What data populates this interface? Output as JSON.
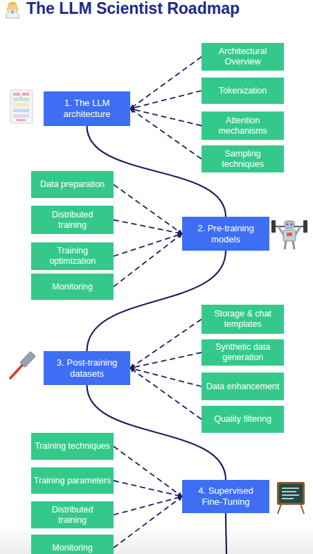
{
  "diagram": {
    "title": "The LLM Scientist Roadmap",
    "nodes": [
      {
        "text": [
          "1. The LLM architecture"
        ]
      },
      {
        "text": [
          "Architectural Overview"
        ]
      },
      {
        "text": [
          "Tokenization"
        ]
      },
      {
        "text": [
          "Attention mechanisms"
        ]
      },
      {
        "text": [
          "Sampling techniques"
        ]
      },
      {
        "text": [
          "2. Pre-training models"
        ]
      },
      {
        "text": [
          "Data preparation"
        ]
      },
      {
        "text": [
          "Distributed training"
        ]
      },
      {
        "text": [
          "Training optimization"
        ]
      },
      {
        "text": [
          "Monitoring"
        ]
      },
      {
        "text": [
          "3. Post-training datasets"
        ]
      },
      {
        "text": [
          "Storage & chat templates"
        ]
      },
      {
        "text": [
          "Synthetic data generation"
        ]
      },
      {
        "text": [
          "Data enhancement"
        ]
      },
      {
        "text": [
          "Quality filtering"
        ]
      },
      {
        "text": [
          "4. Supervised Fine-Tuning"
        ]
      },
      {
        "text": [
          "Training techniques"
        ]
      },
      {
        "text": [
          "Training parameters"
        ]
      },
      {
        "text": [
          "Distributed training"
        ]
      },
      {
        "text": [
          "Monitoring"
        ]
      }
    ],
    "edges": [
      {
        "from": 1,
        "to": 0,
        "arrow": "to"
      },
      {
        "from": 2,
        "to": 0,
        "arrow": "to"
      },
      {
        "from": 3,
        "to": 0,
        "arrow": "to"
      },
      {
        "from": 4,
        "to": 0,
        "arrow": "to"
      },
      {
        "from": 0,
        "to": 5,
        "arrow": "none"
      },
      {
        "from": 6,
        "to": 5,
        "arrow": "to"
      },
      {
        "from": 7,
        "to": 5,
        "arrow": "to"
      },
      {
        "from": 8,
        "to": 5,
        "arrow": "to"
      },
      {
        "from": 9,
        "to": 5,
        "arrow": "to"
      },
      {
        "from": 5,
        "to": 10,
        "arrow": "none"
      },
      {
        "from": 11,
        "to": 10,
        "arrow": "to"
      },
      {
        "from": 12,
        "to": 10,
        "arrow": "to"
      },
      {
        "from": 13,
        "to": 10,
        "arrow": "to"
      },
      {
        "from": 14,
        "to": 10,
        "arrow": "to"
      },
      {
        "from": 10,
        "to": 15,
        "arrow": "none"
      },
      {
        "from": 16,
        "to": 15,
        "arrow": "to"
      },
      {
        "from": 17,
        "to": 15,
        "arrow": "to"
      },
      {
        "from": 18,
        "to": 15,
        "arrow": "to"
      },
      {
        "from": 19,
        "to": 15,
        "arrow": "to"
      }
    ]
  }
}
